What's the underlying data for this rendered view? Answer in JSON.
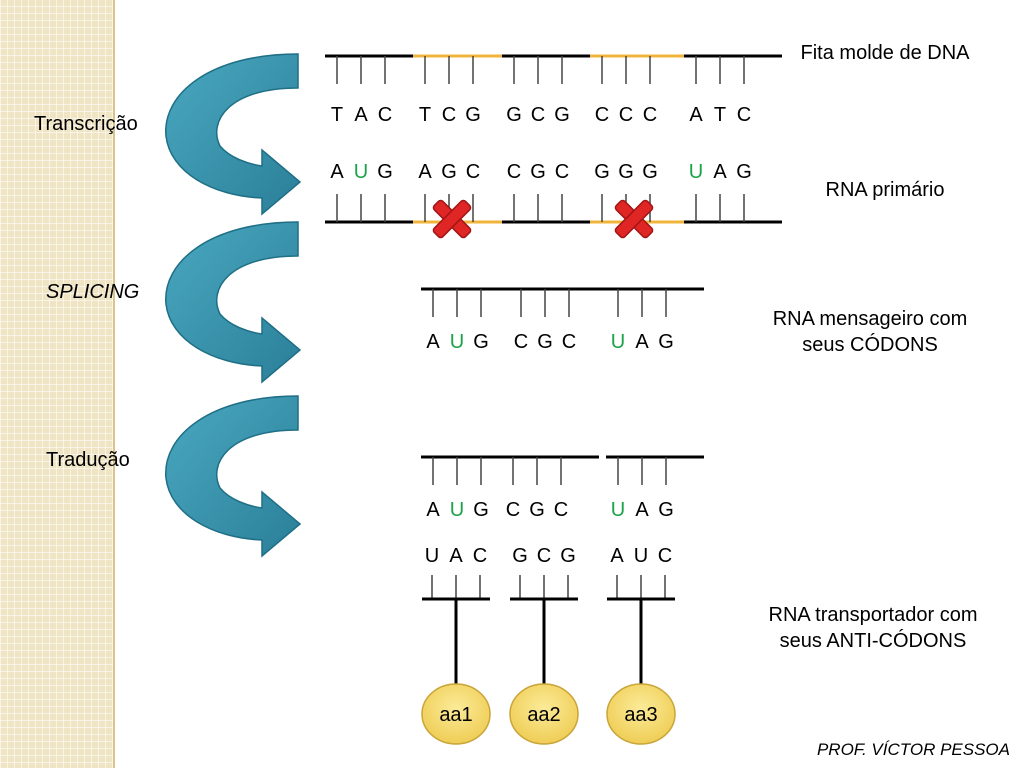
{
  "colors": {
    "highlight_base": "#1aa34a",
    "strand": "#000000",
    "intron": "#f0b43a",
    "arrow": "#2e8ea7",
    "remove_mark": "#e02525",
    "amino_fill": "#f6dc6a"
  },
  "side_labels": {
    "transcription": "Transcrição",
    "splicing": "SPLICING",
    "translation": "Tradução"
  },
  "captions": {
    "dna": "Fita molde de DNA",
    "rna_primary": "RNA primário",
    "mrna_line1": "RNA mensageiro com",
    "mrna_line2": "seus CÓDONS",
    "trna_line1": "RNA transportador com",
    "trna_line2": "seus ANTI-CÓDONS"
  },
  "dna_template": [
    "TAC",
    "TCG",
    "GCG",
    "CCC",
    "ATC"
  ],
  "rna_primary": [
    "AUG",
    "AGC",
    "CGC",
    "GGG",
    "UAG"
  ],
  "removed_segments": [
    "AGC",
    "GGG"
  ],
  "mrna_codons": [
    "AUG",
    "CGC",
    "UAG"
  ],
  "anticodons": [
    "UAC",
    "GCG",
    "AUC"
  ],
  "amino_acids": [
    "aa1",
    "aa2",
    "aa3"
  ],
  "footer": "PROF. VÍCTOR PESSOA"
}
